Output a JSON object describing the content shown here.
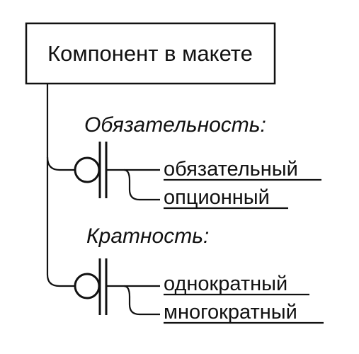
{
  "component": {
    "label": "Компонент в макете"
  },
  "sections": [
    {
      "heading": "Обязательность:",
      "options": [
        "обязательный",
        "опционный"
      ]
    },
    {
      "heading": "Кратность:",
      "options": [
        "однократный",
        "многократный"
      ]
    }
  ],
  "colors": {
    "stroke": "#111111",
    "background": "#ffffff",
    "box_fill": "#ffffff"
  }
}
